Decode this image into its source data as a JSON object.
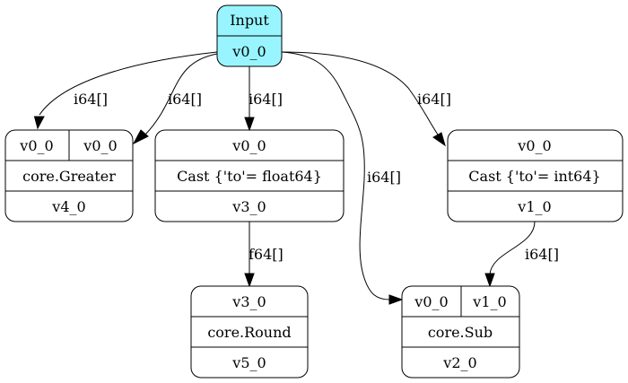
{
  "nodes": {
    "input": {
      "title": "Input",
      "output": "v0_0",
      "fill": "#98f5ff"
    },
    "greater": {
      "inputs": [
        "v0_0",
        "v0_0"
      ],
      "op": "core.Greater",
      "output": "v4_0"
    },
    "cast_f64": {
      "inputs": [
        "v0_0"
      ],
      "op": "Cast {'to'= float64}",
      "output": "v3_0"
    },
    "cast_i64": {
      "inputs": [
        "v0_0"
      ],
      "op": "Cast {'to'= int64}",
      "output": "v1_0"
    },
    "round": {
      "inputs": [
        "v3_0"
      ],
      "op": "core.Round",
      "output": "v5_0"
    },
    "sub": {
      "inputs": [
        "v0_0",
        "v1_0"
      ],
      "op": "core.Sub",
      "output": "v2_0"
    }
  },
  "edges": [
    {
      "from": "input",
      "to": "greater.in0",
      "label": "i64[]"
    },
    {
      "from": "input",
      "to": "greater.in1",
      "label": "i64[]"
    },
    {
      "from": "input",
      "to": "cast_f64",
      "label": "i64[]"
    },
    {
      "from": "input",
      "to": "sub.in0",
      "label": "i64[]"
    },
    {
      "from": "input",
      "to": "cast_i64",
      "label": "i64[]"
    },
    {
      "from": "cast_f64",
      "to": "round",
      "label": "f64[]"
    },
    {
      "from": "cast_i64",
      "to": "sub.in1",
      "label": "i64[]"
    }
  ]
}
